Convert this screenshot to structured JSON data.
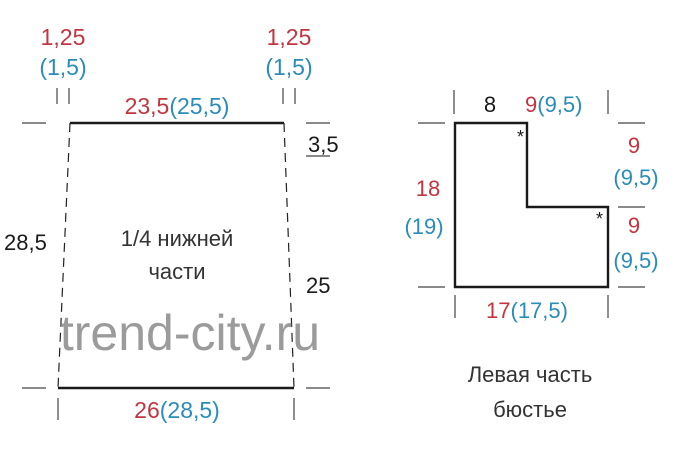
{
  "colors": {
    "primary_size": "#c23540",
    "secondary_size": "#2a8cba",
    "outline": "#1a1a1a"
  },
  "watermark": "trend-city.ru",
  "lower_piece": {
    "title_line1": "1/4 нижней",
    "title_line2": "части",
    "top_left_offset": {
      "primary": "1,25",
      "secondary": "(1,5)"
    },
    "top_right_offset": {
      "primary": "1,25",
      "secondary": "(1,5)"
    },
    "top_width": {
      "primary": "23,5",
      "secondary": "(25,5)"
    },
    "top_drop": "3,5",
    "left_height": "28,5",
    "right_height": "25",
    "bottom_width": {
      "primary": "26",
      "secondary": "(28,5)"
    }
  },
  "bustier_piece": {
    "title_line1": "Левая часть",
    "title_line2": "бюстье",
    "top_left_width": "8",
    "top_right_width": {
      "primary": "9",
      "secondary": "(9,5)"
    },
    "left_height": {
      "primary": "18",
      "secondary": "(19)"
    },
    "right_upper_height": {
      "primary": "9",
      "secondary": "(9,5)"
    },
    "right_lower_height": {
      "primary": "9",
      "secondary": "(9,5)"
    },
    "bottom_width": {
      "primary": "17",
      "secondary": "(17,5)"
    },
    "marker": "*"
  }
}
